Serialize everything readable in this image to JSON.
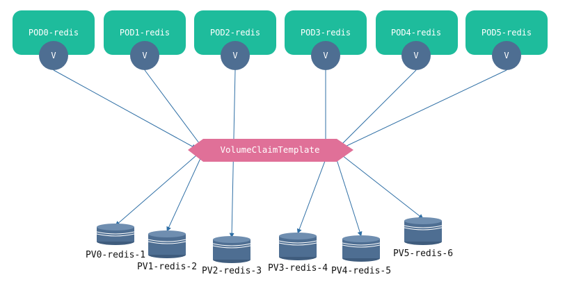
{
  "colors": {
    "pod_fill": "#1ebc9c",
    "volume_fill": "#4e6e92",
    "template_fill": "#e07098",
    "pv_fill": "#4e6e92",
    "edge": "#2f6fa5"
  },
  "pods": [
    {
      "label": "POD0-redis",
      "volume_label": "V"
    },
    {
      "label": "POD1-redis",
      "volume_label": "V"
    },
    {
      "label": "POD2-redis",
      "volume_label": "V"
    },
    {
      "label": "POD3-redis",
      "volume_label": "V"
    },
    {
      "label": "POD4-redis",
      "volume_label": "V"
    },
    {
      "label": "POD5-redis",
      "volume_label": "V"
    }
  ],
  "template": {
    "label": "VolumeClaimTemplate"
  },
  "pvs": [
    {
      "label": "PV0-redis-1"
    },
    {
      "label": "PV1-redis-2"
    },
    {
      "label": "PV2-redis-3"
    },
    {
      "label": "PV3-redis-4"
    },
    {
      "label": "PV4-redis-5"
    },
    {
      "label": "PV5-redis-6"
    }
  ]
}
